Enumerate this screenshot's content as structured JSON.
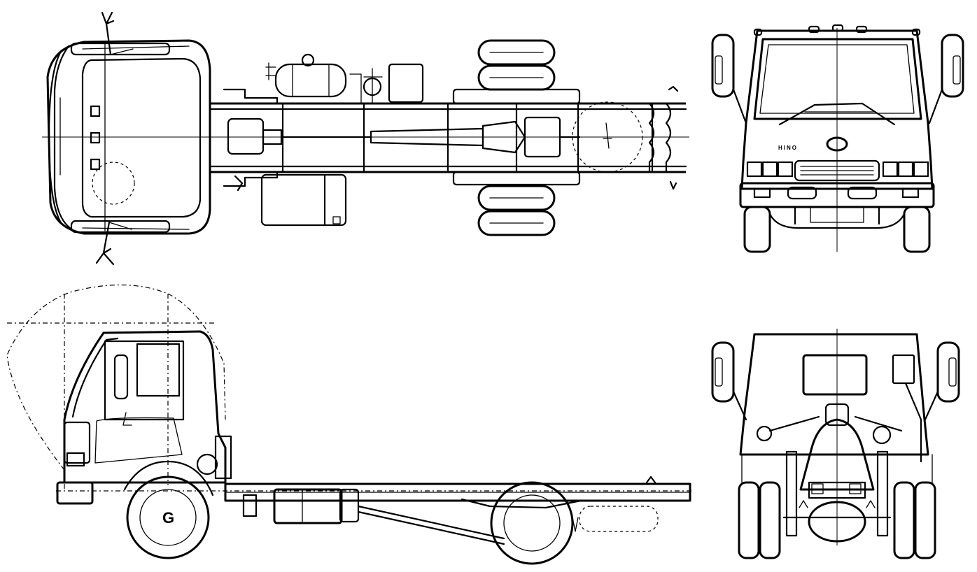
{
  "views": {
    "top": {
      "name": "top-view"
    },
    "front": {
      "name": "front-view",
      "badge": "HINO"
    },
    "side": {
      "name": "side-view",
      "marker": "G"
    },
    "rear": {
      "name": "rear-view"
    }
  },
  "colors": {
    "line": "#000000",
    "background": "#ffffff"
  }
}
